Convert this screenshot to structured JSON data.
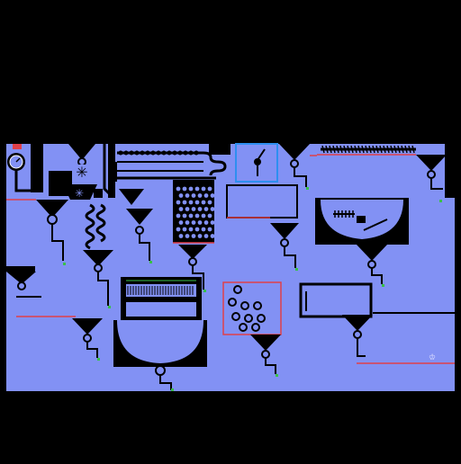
{
  "game": {
    "title": "",
    "colors": {
      "background": "#000000",
      "board": "#8291f4",
      "structure": "#000000",
      "pipe": "#000000",
      "red_wire": "#e0404a",
      "green_marker": "#3ac04a",
      "blue_wire": "#2e8ff0",
      "dot": "#ffffff"
    },
    "icons": {
      "gauge": "pressure-gauge-icon",
      "valve": "valve-icon",
      "fan": "fan-icon",
      "lever": "lever-icon",
      "spring": "spring-icon",
      "coil": "coil-icon",
      "grid": "perforated-grid-icon",
      "bubbles": "bubble-cluster-icon"
    },
    "machine_parts": {
      "funnels": 14,
      "tanks": 3,
      "valves": 12,
      "coils": 2
    }
  }
}
